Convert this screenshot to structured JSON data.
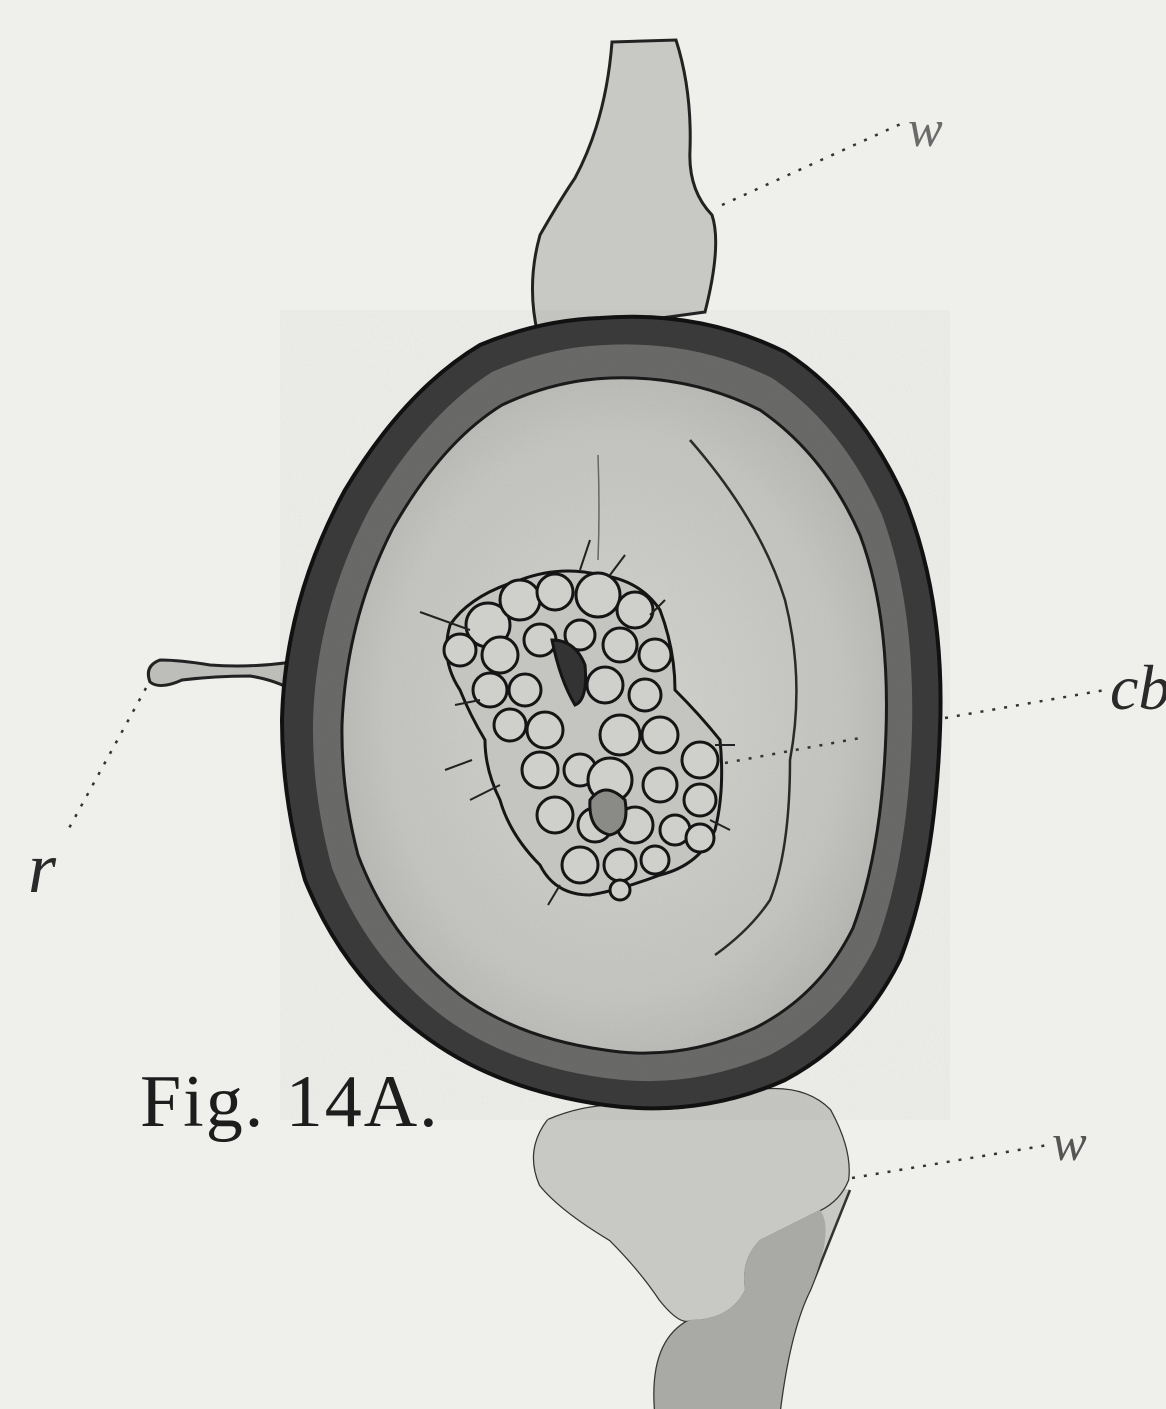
{
  "figure": {
    "caption_main": "Fig. 14",
    "caption_suffix": "A."
  },
  "labels": {
    "w_top": "w",
    "cb": "cb",
    "w_bottom": "w",
    "r": "r"
  },
  "colors": {
    "paper": "#efefec",
    "ink": "#1e1e1e",
    "wall": "#3a3a3a",
    "interior": "#c9c9c5",
    "appendage": "#c6c6c2"
  }
}
